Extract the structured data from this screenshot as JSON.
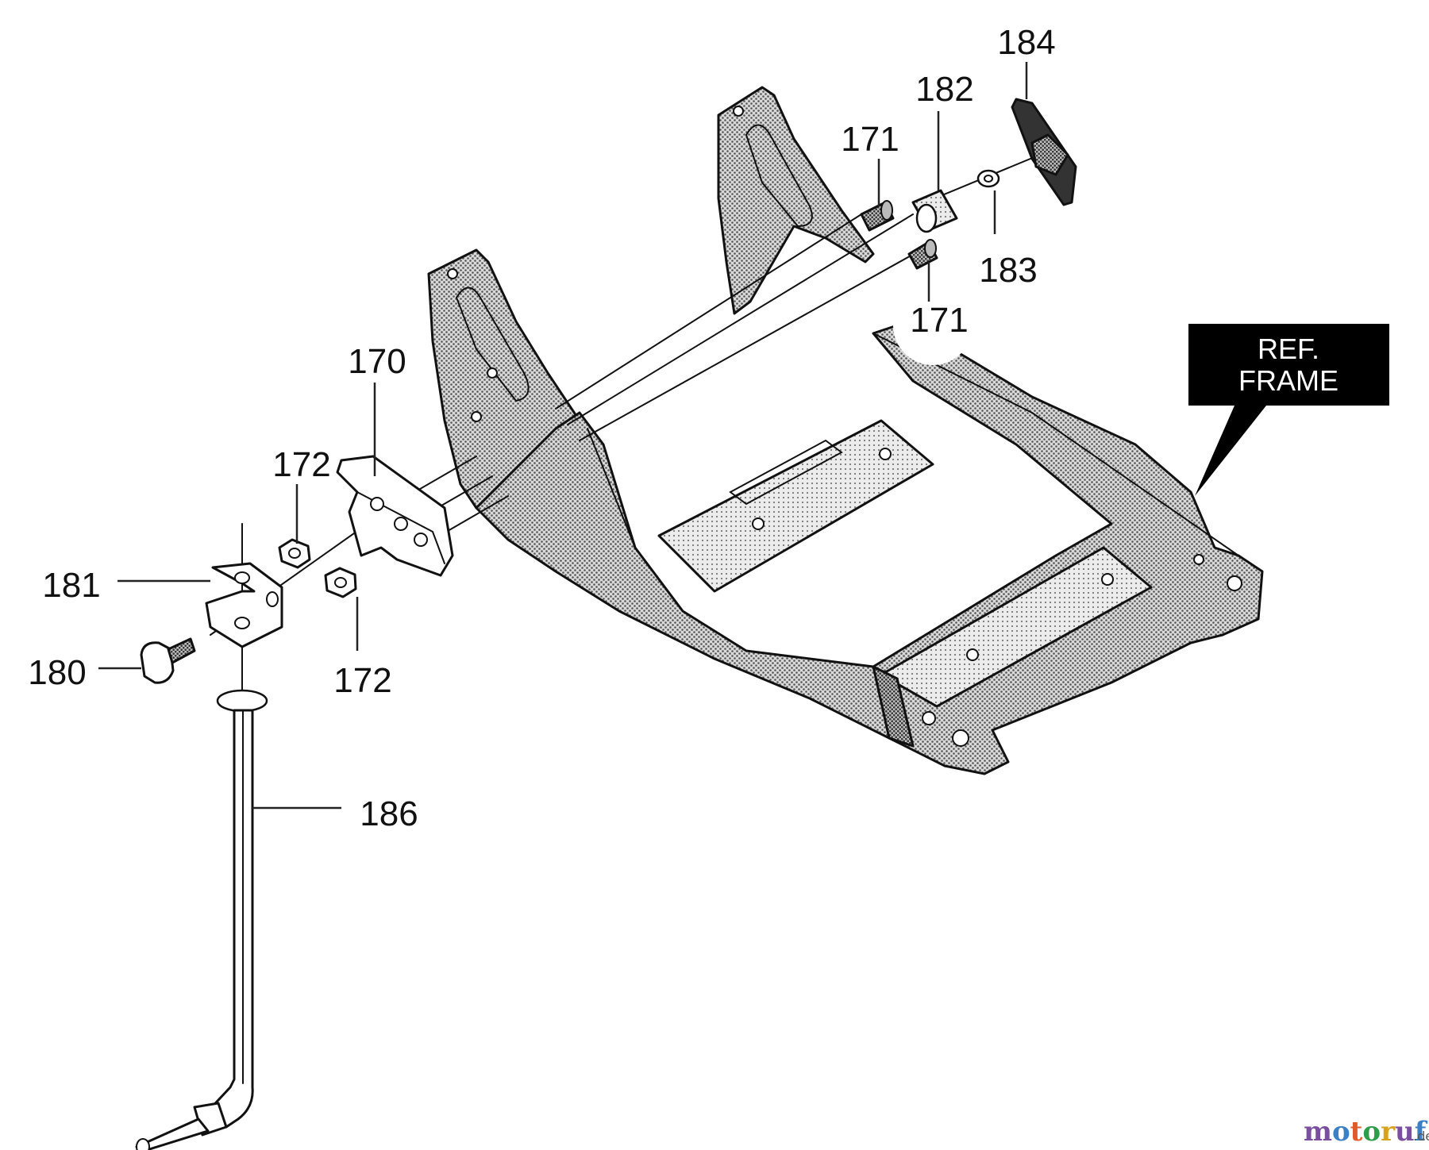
{
  "part_labels": {
    "p184": "184",
    "p182": "182",
    "p171a": "171",
    "p183": "183",
    "p171b": "171",
    "p170": "170",
    "p172a": "172",
    "p181": "181",
    "p180": "180",
    "p172b": "172",
    "p186": "186"
  },
  "reference_box": {
    "line1": "REF.",
    "line2": "FRAME"
  },
  "watermark": {
    "text": "motoruf",
    "suffix": ".de",
    "colors": [
      "#7b4fa0",
      "#3b7fc4",
      "#e05a2b",
      "#2e9d4a",
      "#d9a21b",
      "#7b4fa0",
      "#3b7fc4"
    ]
  },
  "colors": {
    "ink": "#111111",
    "shading": "#9a9a9a",
    "ref_box": "#000000"
  }
}
